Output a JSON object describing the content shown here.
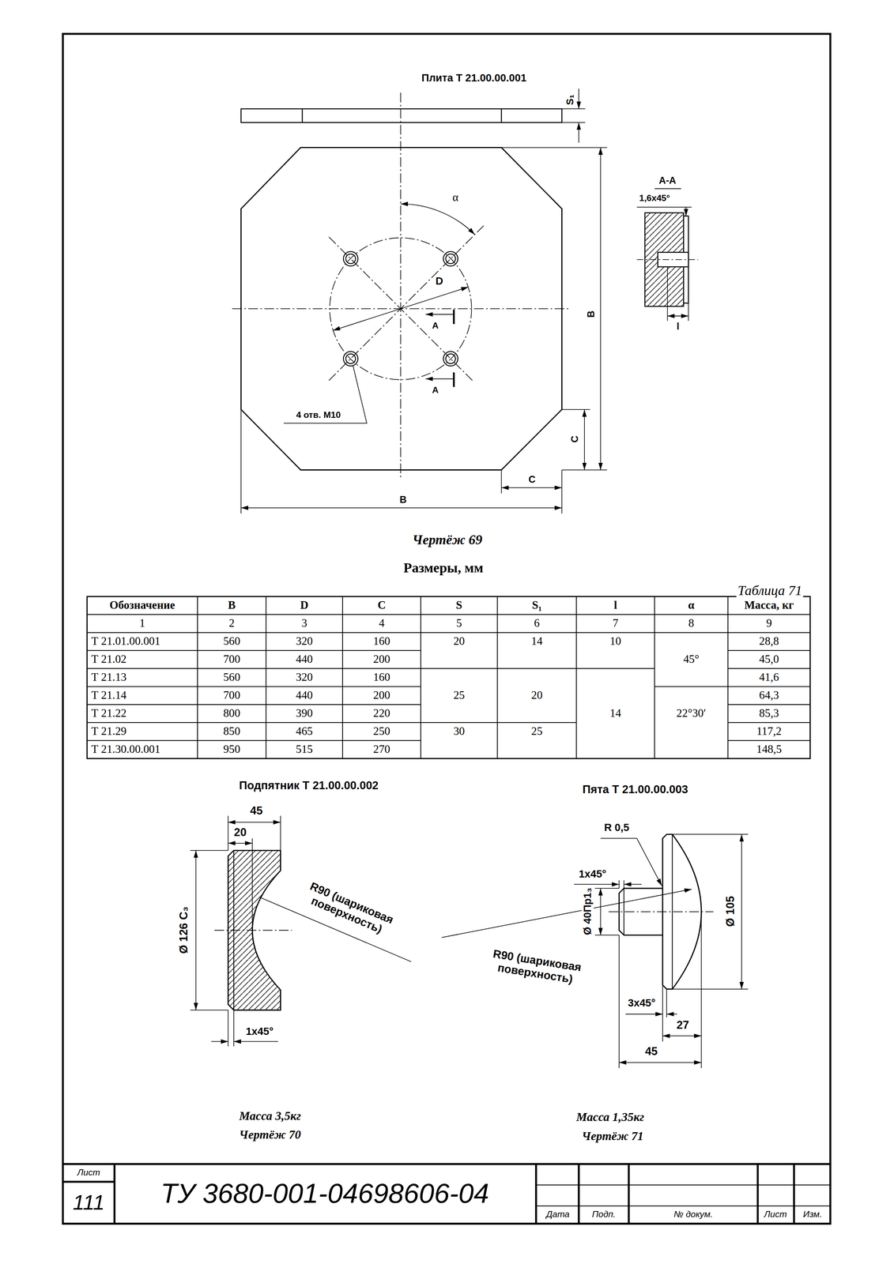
{
  "diagram": {
    "labels": [
      "Плита Т 21.00.00.001",
      "S₁",
      "А-А",
      "1,6x45°",
      "α",
      "D",
      "А",
      "А",
      "B",
      "l",
      "4 отв. M10",
      "C",
      "C",
      "B",
      "Чертёж 69",
      "Размеры, мм",
      "Таблица 71",
      "Обозначение",
      "B",
      "D",
      "C",
      "S",
      "S₁",
      "l",
      "α",
      "Масса, кг",
      "1",
      "2",
      "3",
      "4",
      "5",
      "6",
      "7",
      "8",
      "9",
      "Т 21.01.00.001",
      "560",
      "320",
      "160",
      "20",
      "14",
      "10",
      "28,8",
      "Т 21.02",
      "700",
      "440",
      "200",
      "45°",
      "45,0",
      "Т 21.13",
      "560",
      "320",
      "160",
      "41,6",
      "Т 21.14",
      "700",
      "440",
      "200",
      "25",
      "20",
      "64,3",
      "Т 21.22",
      "800",
      "390",
      "220",
      "14",
      "22°30′",
      "85,3",
      "Т 21.29",
      "850",
      "465",
      "250",
      "30",
      "25",
      "117,2",
      "Т 21.30.00.001",
      "950",
      "515",
      "270",
      "148,5",
      "Подпятник Т 21.00.00.002",
      "45",
      "20",
      "Ø 126 C₃",
      "R90 (шариковая поверхность)",
      "1x45°",
      "Масса 3,5кг",
      "Чертёж 70",
      "Пята Т 21.00.00.003",
      "R 0,5",
      "1x45°",
      "Ø 40Пр1₃",
      "Ø 105",
      "R90 (шариковая поверхность)",
      "3x45°",
      "27",
      "45",
      "Масса 1,35кг",
      "Чертёж 71",
      "Лист",
      "111",
      "ТУ 3680-001-04698606-04",
      "Дата",
      "Подп.",
      "№ докум.",
      "Лист",
      "Изм."
    ]
  }
}
